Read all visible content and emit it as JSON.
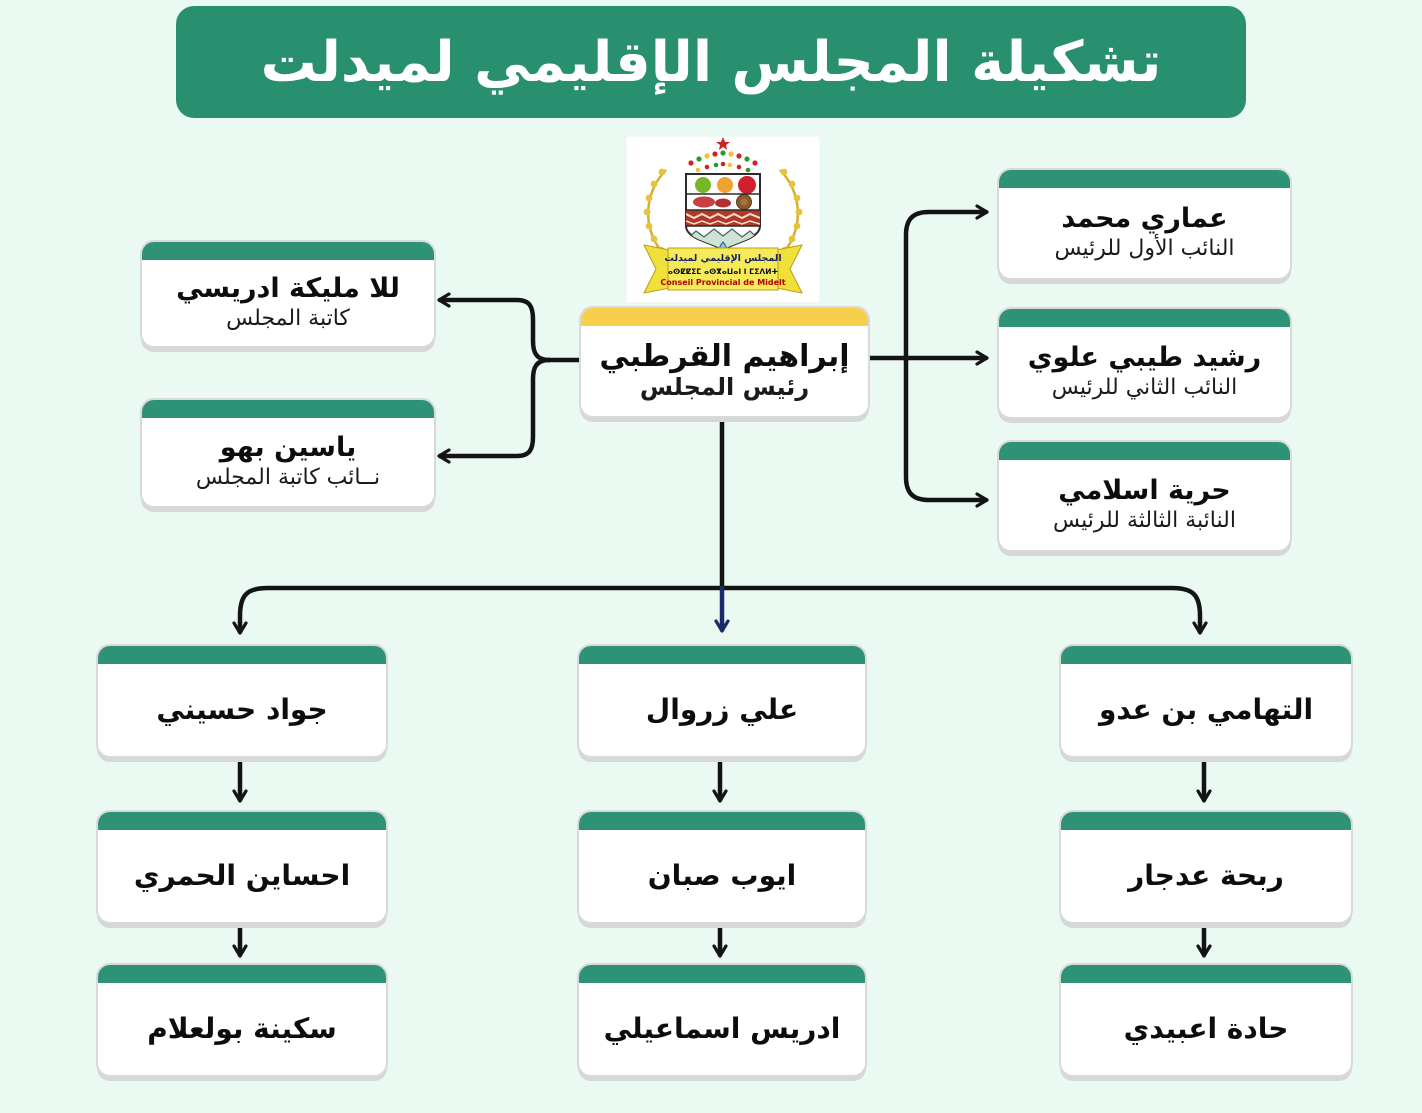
{
  "title": "تشكيلة المجلس الإقليمي لميدلت",
  "emblem": {
    "arabic": "المجلس الإقليمي لميدلت",
    "tifinagh": "ⴰⵙⵇⵇⵉⵎ ⴰⵙⴳⴰⵡⴰⵏ ⵏ ⵎⵉⴷⵍⵜ",
    "french": "Conseil Provincial de Midelt"
  },
  "president": {
    "name": "إبراهيم القرطبي",
    "role": "رئيس المجلس"
  },
  "secretariat": [
    {
      "name": "للا مليكة ادريسي",
      "role": "كاتبة المجلس"
    },
    {
      "name": "ياسين بهو",
      "role": "نــائب كاتبة المجلس"
    }
  ],
  "vice_presidents": [
    {
      "name": "عماري محمد",
      "role": "النائب الأول للرئيس"
    },
    {
      "name": "رشيد طيبي علوي",
      "role": "النائب الثاني للرئيس"
    },
    {
      "name": "حرية اسلامي",
      "role": "النائبة الثالثة للرئيس"
    }
  ],
  "members": [
    [
      "جواد حسيني",
      "احساين الحمري",
      "سكينة بولعلام"
    ],
    [
      "علي زروال",
      "ايوب صبان",
      "ادريس اسماعيلي"
    ],
    [
      "التهامي بن عدو",
      "ربحة عدجار",
      "حادة اعبيدي"
    ]
  ],
  "colors": {
    "banner_green": "#28906f",
    "card_header_green": "#2e9277",
    "president_header_yellow": "#f6d04b",
    "background_mint": "#eaf9f2",
    "connector_black": "#141414",
    "middle_arrow_navy": "#1b2a6b",
    "card_border_gray": "#d9d9d9"
  }
}
